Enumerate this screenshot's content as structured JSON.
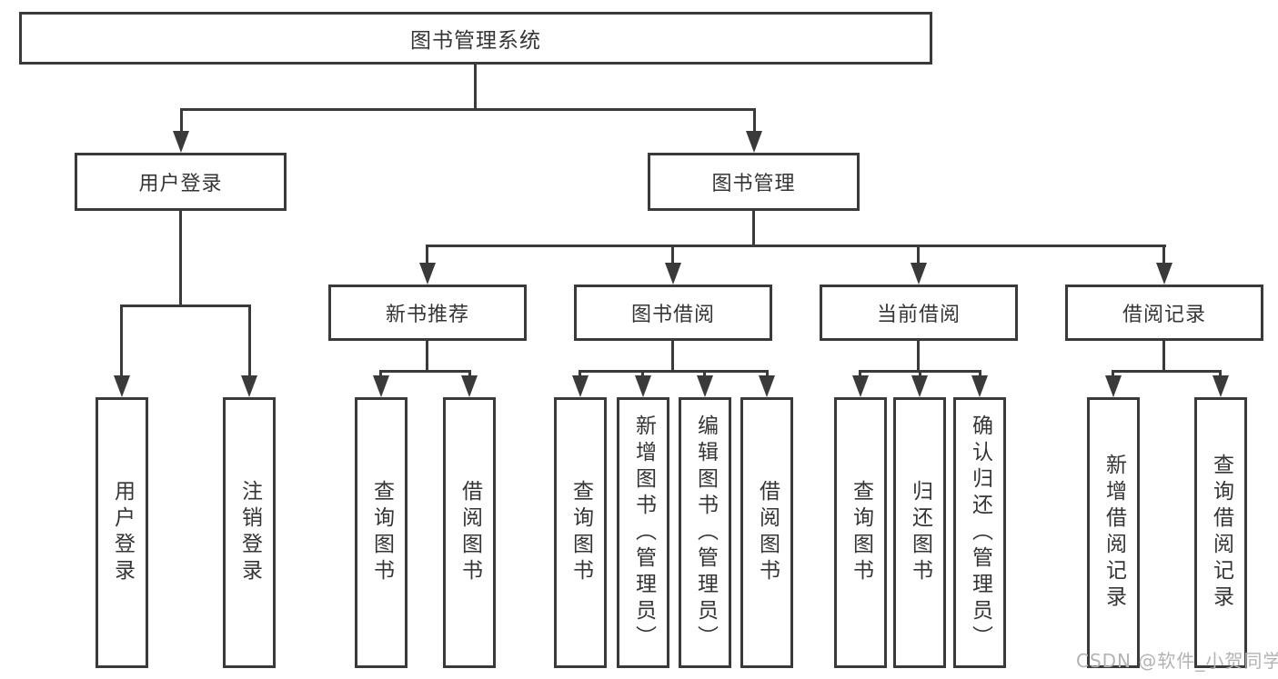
{
  "root": {
    "label": "图书管理系统"
  },
  "level2": [
    {
      "label": "用户登录"
    },
    {
      "label": "图书管理"
    }
  ],
  "level3": [
    {
      "label": "新书推荐"
    },
    {
      "label": "图书借阅"
    },
    {
      "label": "当前借阅"
    },
    {
      "label": "借阅记录"
    }
  ],
  "leaves": [
    {
      "label": "用户登录"
    },
    {
      "label": "注销登录"
    },
    {
      "label": "查询图书"
    },
    {
      "label": "借阅图书"
    },
    {
      "label": "查询图书"
    },
    {
      "label": "新增图书（管理员）"
    },
    {
      "label": "编辑图书（管理员）"
    },
    {
      "label": "借阅图书"
    },
    {
      "label": "查询图书"
    },
    {
      "label": "归还图书"
    },
    {
      "label": "确认归还（管理员）"
    },
    {
      "label": "新增借阅记录"
    },
    {
      "label": "查询借阅记录"
    }
  ],
  "watermark": {
    "text": "CSDN @软件_小贺同学"
  },
  "colors": {
    "line": "#3a3a3a",
    "text": "#353535",
    "watermark": "#b3b3b3",
    "background": "#ffffff"
  }
}
